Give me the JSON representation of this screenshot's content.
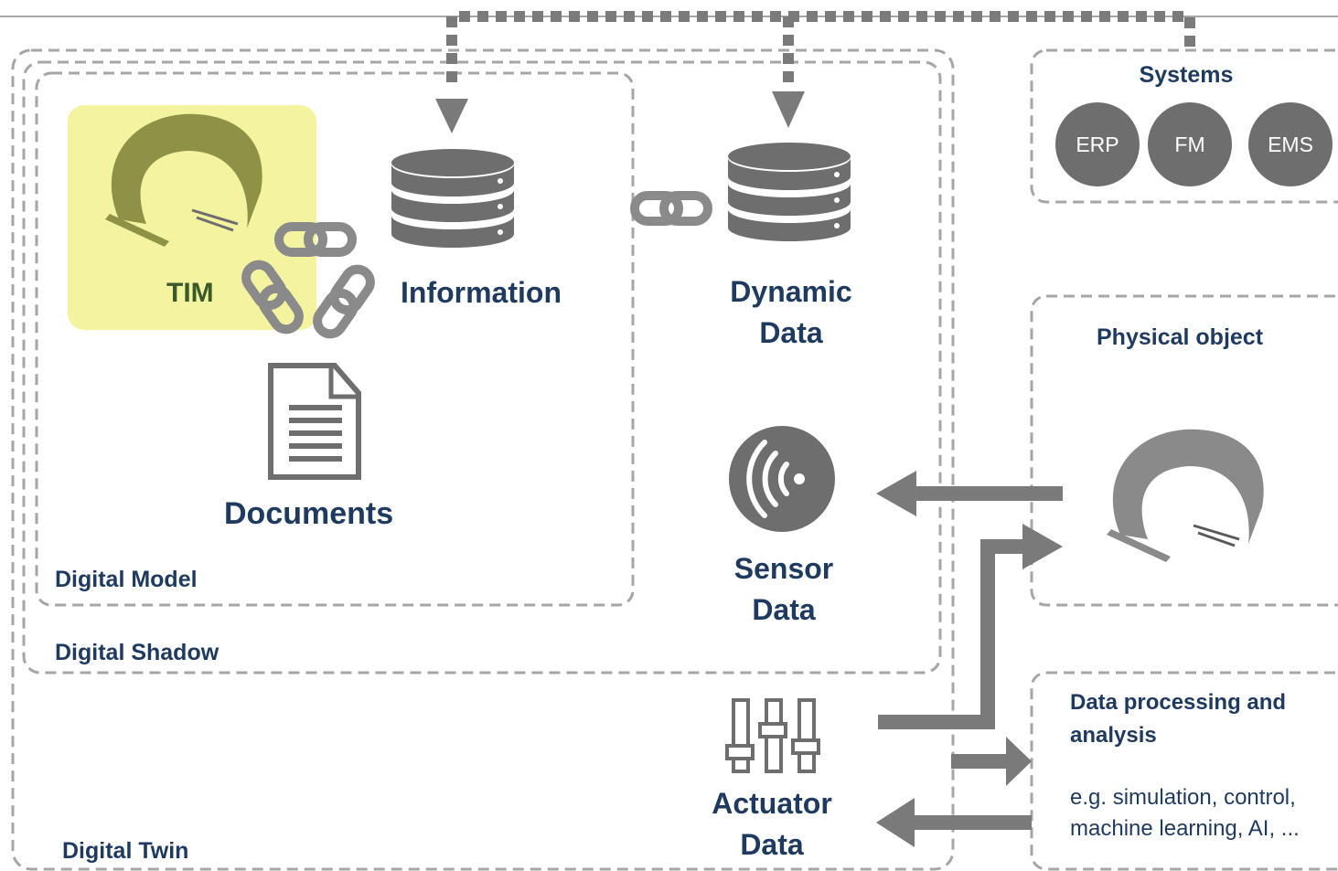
{
  "diagram": {
    "containers": {
      "digital_twin": "Digital Twin",
      "digital_shadow": "Digital Shadow",
      "digital_model": "Digital Model"
    },
    "nodes": {
      "tim": "TIM",
      "information": "Information",
      "documents": "Documents",
      "dynamic_data": [
        "Dynamic",
        "Data"
      ],
      "sensor_data": [
        "Sensor",
        "Data"
      ],
      "actuator_data": [
        "Actuator",
        "Data"
      ]
    },
    "systems": {
      "title": "Systems",
      "items": [
        "ERP",
        "FM",
        "EMS"
      ]
    },
    "physical_object": {
      "title": "Physical object"
    },
    "data_processing": {
      "title_lines": [
        "Data processing and",
        "analysis"
      ],
      "description_lines": [
        "e.g. simulation, control,",
        "machine learning, AI, ..."
      ]
    }
  },
  "colors": {
    "label": "#1f3a5f",
    "icon_gray": "#6e6e6e",
    "tim_label": "#3b5a2a",
    "tim_highlight": "#f4f4a0",
    "tim_shell": "#8d9247",
    "dashed_border": "#a6a6a6",
    "arrow": "#7a7a7a"
  },
  "icons": {
    "tim": "tunnel-model-icon",
    "information": "database-icon",
    "documents": "document-icon",
    "dynamic_data": "database-icon",
    "sensor_data": "wireless-signal-icon",
    "actuator_data": "sliders-icon",
    "physical_object": "tunnel-icon",
    "links": "chain-link-icon"
  }
}
